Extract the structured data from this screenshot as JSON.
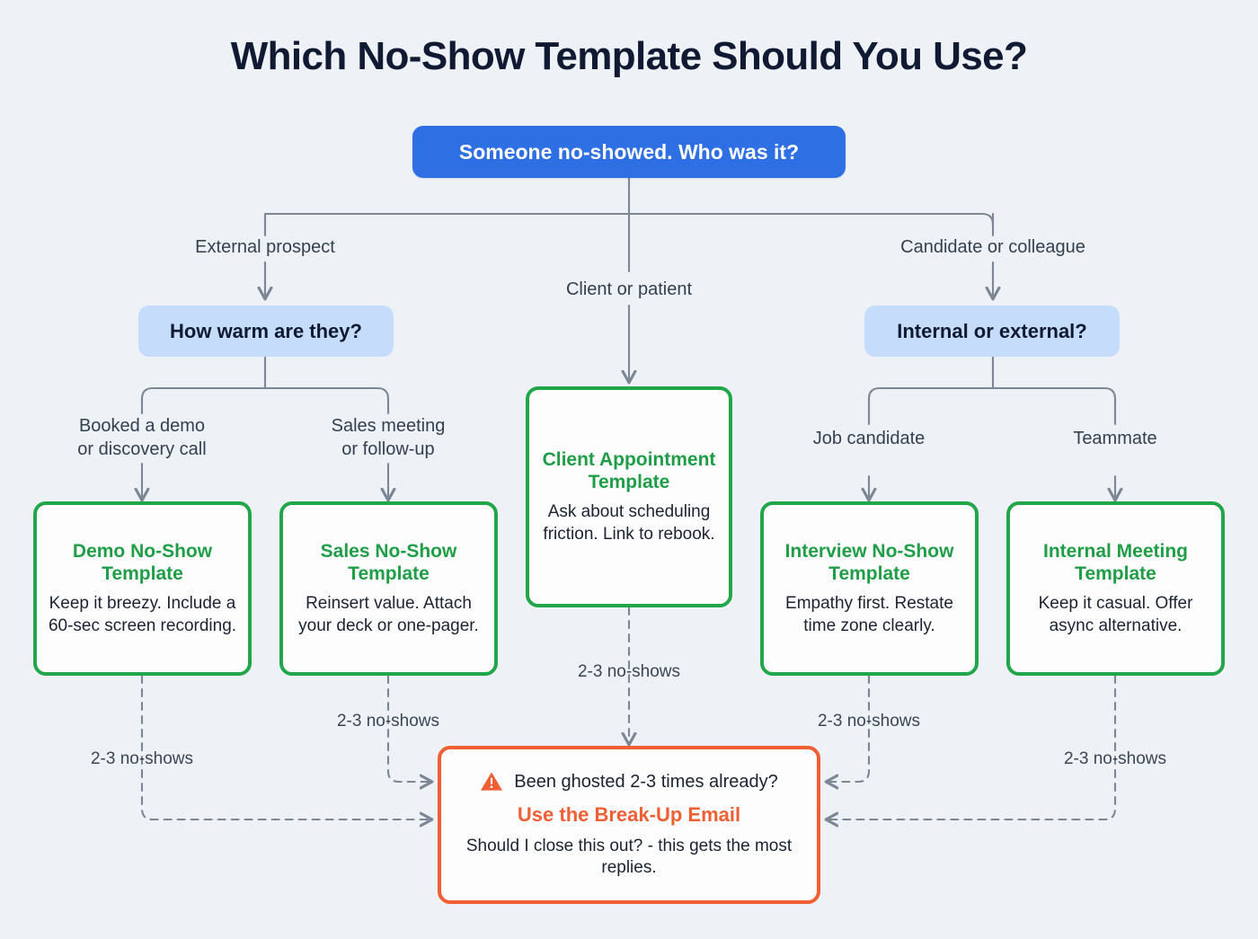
{
  "title": "Which No-Show Template Should You Use?",
  "colors": {
    "background": "#eef2f7",
    "root_blue": "#2f6fe4",
    "decision_blue": "#c5dcfa",
    "outcome_green": "#21a64a",
    "alert_orange": "#ef5f33",
    "connector_gray": "#7b8794",
    "title_navy": "#101a33"
  },
  "chart_data": {
    "type": "diagram",
    "diagram_kind": "decision-flowchart",
    "title": "Which No-Show Template Should You Use?"
  },
  "nodes": {
    "root": {
      "label": "Someone no-showed. Who was it?"
    },
    "decision_warm": {
      "label": "How warm are they?"
    },
    "decision_internal": {
      "label": "Internal or external?"
    },
    "card_demo": {
      "title": "Demo No-Show Template",
      "body": "Keep it breezy. Include a 60-sec screen recording."
    },
    "card_sales": {
      "title": "Sales No-Show Template",
      "body": "Reinsert value. Attach your deck or one-pager."
    },
    "card_client": {
      "title": "Client Appointment Template",
      "body": "Ask about scheduling friction. Link to rebook."
    },
    "card_interview": {
      "title": "Interview No-Show Template",
      "body": "Empathy first. Restate time zone clearly."
    },
    "card_internal": {
      "title": "Internal Meeting Template",
      "body": "Keep it casual. Offer async alternative."
    },
    "alert_breakup": {
      "icon": "warning-triangle-icon",
      "question": "Been ghosted 2-3 times already?",
      "action": "Use the Break-Up Email",
      "note": "Should I close this out? - this gets the most replies."
    }
  },
  "edges": {
    "external_prospect": "External prospect",
    "client_or_patient": "Client or patient",
    "candidate_or_colleague": "Candidate or colleague",
    "booked_demo": "Booked a demo\nor discovery call",
    "sales_meeting": "Sales meeting\nor follow-up",
    "job_candidate": "Job candidate",
    "teammate": "Teammate",
    "noshows_demo": "2-3 no-shows",
    "noshows_sales": "2-3 no-shows",
    "noshows_client": "2-3 no-shows",
    "noshows_interview": "2-3 no-shows",
    "noshows_internal": "2-3 no-shows"
  }
}
